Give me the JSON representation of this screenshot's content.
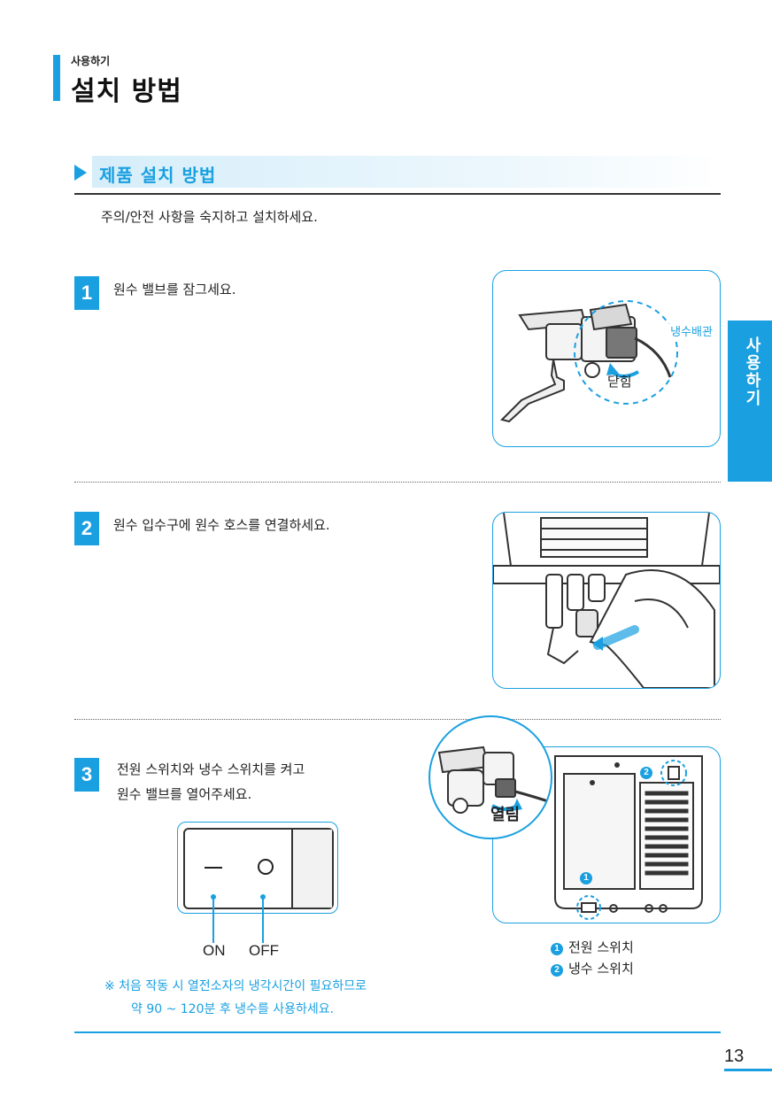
{
  "header": {
    "category": "사용하기",
    "title": "설치 방법"
  },
  "section": {
    "title": "제품 설치 방법",
    "intro": "주의/안전 사항을 숙지하고 설치하세요."
  },
  "steps": [
    {
      "number": "1",
      "text": "원수 밸브를 잠그세요.",
      "callouts": {
        "pipe": "냉수배관",
        "close": "닫힘"
      }
    },
    {
      "number": "2",
      "text": "원수 입수구에 원수 호스를 연결하세요."
    },
    {
      "number": "3",
      "text_line1": "전원 스위치와 냉수 스위치를 켜고",
      "text_line2": "원수 밸브를 열어주세요.",
      "switch_labels": {
        "on": "ON",
        "off": "OFF"
      },
      "open_label": "열림",
      "markers": [
        "1",
        "2"
      ],
      "legend": [
        {
          "num": "1",
          "label": "전원 스위치"
        },
        {
          "num": "2",
          "label": "냉수 스위치"
        }
      ],
      "note_line1": "※ 처음 작동 시 열전소자의 냉각시간이 필요하므로",
      "note_line2": "약 90 ~ 120분 후 냉수를 사용하세요."
    }
  ],
  "side_tab": "사용하기",
  "page_number": "13",
  "colors": {
    "accent": "#1aa0e0",
    "band": "#d6eefa"
  }
}
